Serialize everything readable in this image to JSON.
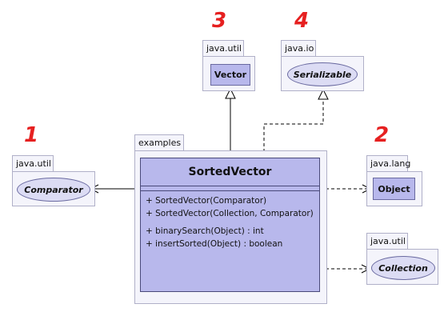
{
  "callouts": [
    "1",
    "2",
    "3",
    "4"
  ],
  "packages": {
    "examples": "examples",
    "java_util_vector": "java.util",
    "java_io": "java.io",
    "java_util_comparator": "java.util",
    "java_lang": "java.lang",
    "java_util_collection": "java.util"
  },
  "classes": {
    "vector": "Vector",
    "serializable": "Serializable",
    "comparator": "Comparator",
    "object": "Object",
    "collection": "Collection"
  },
  "sorted_vector": {
    "name": "SortedVector",
    "operations": [
      "+ SortedVector(Comparator)",
      "+ SortedVector(Collection, Comparator)",
      "+ binarySearch(Object) : int",
      "+ insertSorted(Object) : boolean"
    ]
  },
  "colors": {
    "class_fill": "#b8b8ec",
    "interface_fill": "#dcdcf4",
    "package_fill": "#f4f4fb",
    "callout": "#e62020"
  }
}
